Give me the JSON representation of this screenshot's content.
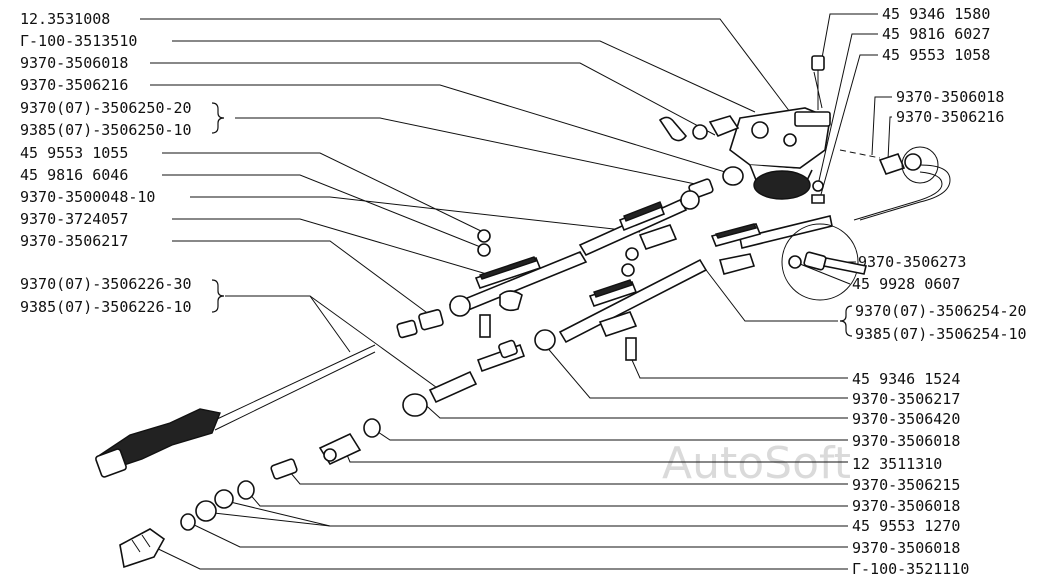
{
  "watermark": "AutoSoft",
  "labels_left": [
    "12.3531008",
    "Г-100-3513510",
    "9370-3506018",
    "9370-3506216",
    "9370(07)-3506250-20",
    "9385(07)-3506250-10",
    "45 9553 1055",
    "45 9816 6046",
    "9370-3500048-10",
    "9370-3724057",
    "9370-3506217",
    "9370(07)-3506226-30",
    "9385(07)-3506226-10"
  ],
  "labels_right_top": [
    "45 9346 1580",
    "45 9816 6027",
    "45 9553 1058",
    "9370-3506018",
    "9370-3506216"
  ],
  "labels_callout": [
    "9370-3506273",
    "45 9928 0607"
  ],
  "labels_right": [
    "9370(07)-3506254-20",
    "9385(07)-3506254-10",
    "45 9346 1524",
    "9370-3506217",
    "9370-3506420",
    "9370-3506018",
    "12 3511310",
    "9370-3506215",
    "9370-3506018",
    "45 9553 1270",
    "9370-3506018",
    "Г-100-3521110"
  ]
}
